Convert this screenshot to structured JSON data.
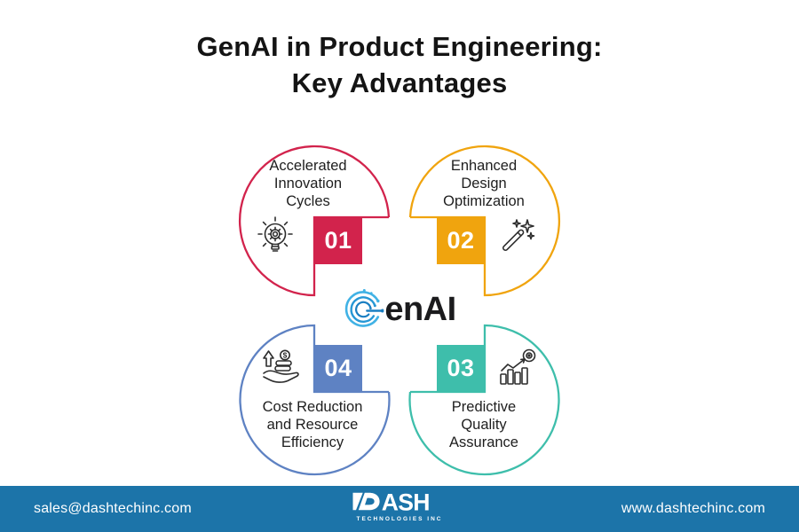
{
  "title": {
    "line1": "GenAI in Product Engineering:",
    "line2": "Key Advantages"
  },
  "center": {
    "brand_name": "GenAI",
    "brand_text_after_g": "enAI",
    "g_logo_colors": [
      "#41B2E5",
      "#2697D5",
      "#1B7FC2"
    ]
  },
  "quadrants": [
    {
      "number": "01",
      "label": "Accelerated\nInnovation\nCycles",
      "color": "#D2234C",
      "icon": "lightbulb-gear"
    },
    {
      "number": "02",
      "label": "Enhanced\nDesign\nOptimization",
      "color": "#F0A40E",
      "icon": "magic-wand"
    },
    {
      "number": "03",
      "label": "Predictive\nQuality\nAssurance",
      "color": "#3EBEAB",
      "icon": "chart-target"
    },
    {
      "number": "04",
      "label": "Cost Reduction\nand Resource\nEfficiency",
      "color": "#5E82C3",
      "icon": "hand-coins"
    }
  ],
  "icons": {
    "dollar": "$"
  },
  "footer": {
    "background": "#1C74A9",
    "email": "sales@dashtechinc.com",
    "website": "www.dashtechinc.com",
    "logo": {
      "text": "DASH",
      "text_after_d": "ASH",
      "subtext": "TECHNOLOGIES INC"
    }
  }
}
